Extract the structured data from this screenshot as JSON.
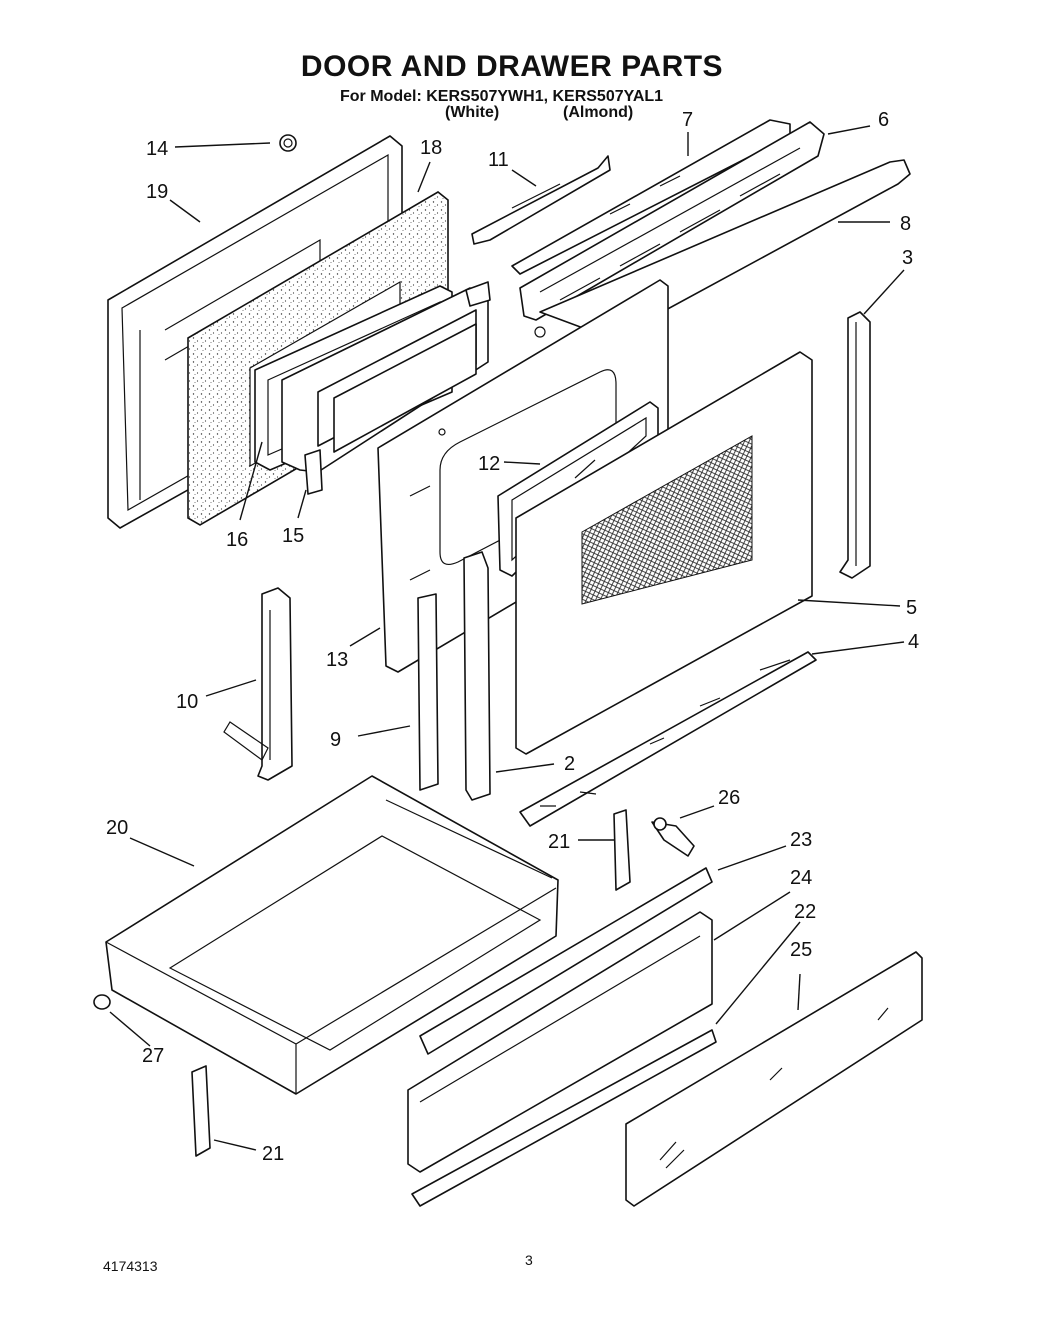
{
  "header": {
    "title": "DOOR AND DRAWER PARTS",
    "subtitle": "For Model: KERS507YWH1, KERS507YAL1",
    "variant_white": "(White)",
    "variant_almond": "(Almond)"
  },
  "callouts": [
    {
      "id": "c14",
      "label": "14"
    },
    {
      "id": "c18",
      "label": "18"
    },
    {
      "id": "c11",
      "label": "11"
    },
    {
      "id": "c7",
      "label": "7"
    },
    {
      "id": "c6",
      "label": "6"
    },
    {
      "id": "c19",
      "label": "19"
    },
    {
      "id": "c8",
      "label": "8"
    },
    {
      "id": "c3",
      "label": "3"
    },
    {
      "id": "c12",
      "label": "12"
    },
    {
      "id": "c16",
      "label": "16"
    },
    {
      "id": "c15",
      "label": "15"
    },
    {
      "id": "c5",
      "label": "5"
    },
    {
      "id": "c4",
      "label": "4"
    },
    {
      "id": "c13",
      "label": "13"
    },
    {
      "id": "c10",
      "label": "10"
    },
    {
      "id": "c9",
      "label": "9"
    },
    {
      "id": "c2",
      "label": "2"
    },
    {
      "id": "c26",
      "label": "26"
    },
    {
      "id": "c20",
      "label": "20"
    },
    {
      "id": "c21a",
      "label": "21"
    },
    {
      "id": "c23",
      "label": "23"
    },
    {
      "id": "c24",
      "label": "24"
    },
    {
      "id": "c22",
      "label": "22"
    },
    {
      "id": "c25",
      "label": "25"
    },
    {
      "id": "c27",
      "label": "27"
    },
    {
      "id": "c21b",
      "label": "21"
    }
  ],
  "footer": {
    "doc_number": "4174313",
    "page_number": "3"
  }
}
